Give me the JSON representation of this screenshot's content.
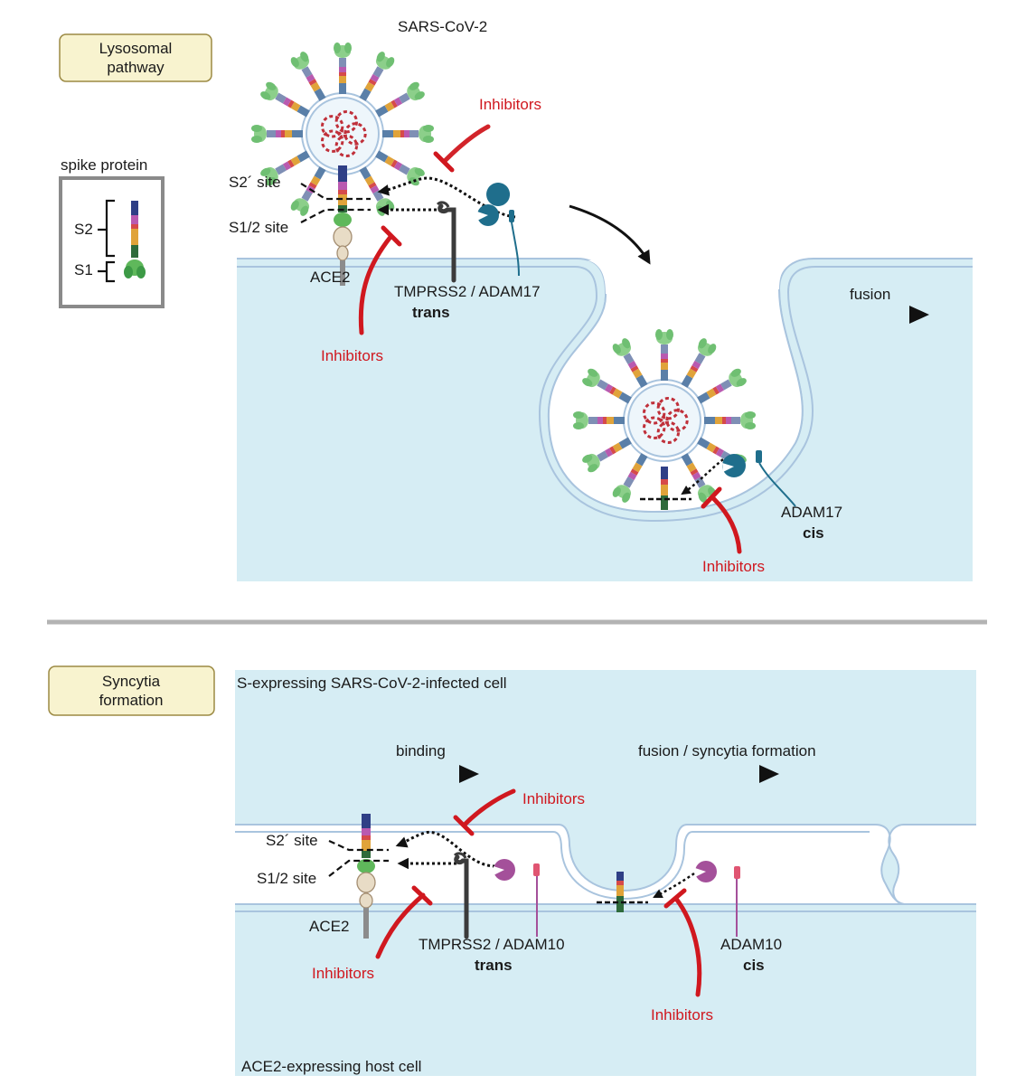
{
  "colors": {
    "cell": "#d6edf4",
    "membrane": "#a9c4de",
    "inhibitor": "#d0181f",
    "label_box_fill": "#f8f3cf",
    "label_box_stroke": "#9c8a44",
    "divider": "#b3b3b3",
    "adam17": "#1f6e8c",
    "adam10": "#a4509a",
    "tmprss2": "#3b3b3b"
  },
  "panel_top": {
    "section_label_line1": "Lysosomal",
    "section_label_line2": "pathway",
    "virus_label": "SARS-CoV-2",
    "legend": {
      "title": "spike protein",
      "s2": "S2",
      "s1": "S1"
    },
    "site_s2": "S2´ site",
    "site_s12": "S1/2 site",
    "ace2": "ACE2",
    "protease_label": "TMPRSS2 / ADAM17",
    "trans_label": "trans",
    "inhibitors_top": "Inhibitors",
    "inhibitors_left": "Inhibitors",
    "fusion_label": "fusion",
    "adam17_label": "ADAM17",
    "cis_label": "cis",
    "inhibitors_endosome": "Inhibitors"
  },
  "panel_bottom": {
    "section_label_line1": "Syncytia",
    "section_label_line2": "formation",
    "infected_cell_label": "S-expressing SARS-CoV-2-infected cell",
    "host_cell_label": "ACE2-expressing host cell",
    "binding_label": "binding",
    "fusion_label": "fusion / syncytia formation",
    "site_s2": "S2´ site",
    "site_s12": "S1/2 site",
    "ace2": "ACE2",
    "protease_label": "TMPRSS2 / ADAM10",
    "trans_label": "trans",
    "adam10_label": "ADAM10",
    "cis_label": "cis",
    "inhibitors_top": "Inhibitors",
    "inhibitors_left": "Inhibitors",
    "inhibitors_right": "Inhibitors"
  }
}
